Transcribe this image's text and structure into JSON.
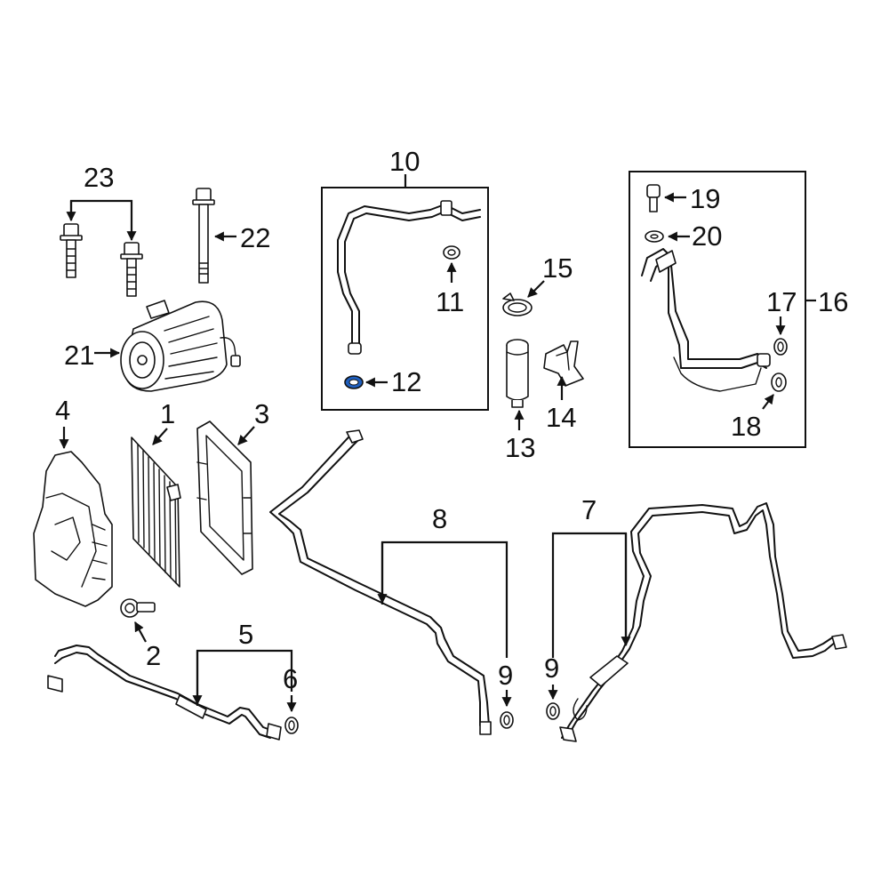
{
  "diagram": {
    "highlight_color": "#1f5fbf",
    "callouts": {
      "c1": "1",
      "c2": "2",
      "c3": "3",
      "c4": "4",
      "c5": "5",
      "c6": "6",
      "c7": "7",
      "c8": "8",
      "c9a": "9",
      "c9b": "9",
      "c10": "10",
      "c11": "11",
      "c12": "12",
      "c13": "13",
      "c14": "14",
      "c15": "15",
      "c16": "16",
      "c17": "17",
      "c18": "18",
      "c19": "19",
      "c20": "20",
      "c21": "21",
      "c22": "22",
      "c23": "23"
    }
  }
}
